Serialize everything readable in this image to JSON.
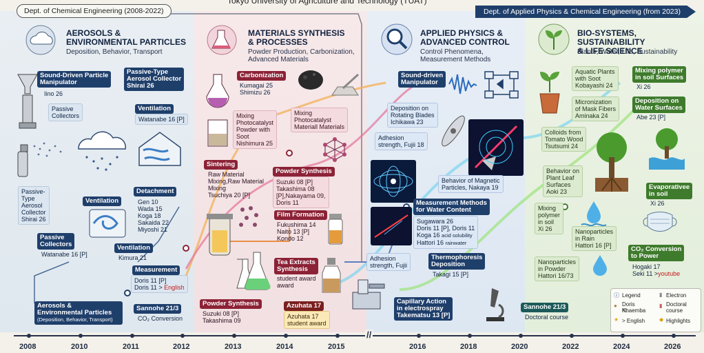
{
  "header": {
    "university": "Tokyo University of Agriculture and Technology (TUAT)",
    "left_dept": "Dept. of Chemical Engineering (2008-2022)",
    "right_dept": "Dept. of Applied Physics & Chemical Engineering (from 2023)"
  },
  "sections": [
    {
      "title1": "AEROSOLS &",
      "title2": "ENVIRONMENTAL PARTICLES",
      "subtitle": "Deposition, Behavior, Transport"
    },
    {
      "title1": "MATERIALS SYNTHESIS",
      "title2": "& PROCESSES",
      "subtitle1": "Powder Production, Carbonization,",
      "subtitle2": "Advanced Materials"
    },
    {
      "title1": "APPLIED PHYSICS &",
      "title2": "ADVANCED CONTROL",
      "subtitle1": "Control Phenomena,",
      "subtitle2": "Measurement Methods"
    },
    {
      "title1": "BIO-SYSTEMS, SUSTAINABILITY",
      "title2": "& LIFE SCIENCE",
      "subtitle": "Plants, Water, Life, Sustainability"
    }
  ],
  "aerosols": {
    "sound": {
      "h1": "Sound-Driven Particle",
      "h2": "Manipulator",
      "b": "Iino 26"
    },
    "passive_top": {
      "l1": "Passive",
      "l2": "Collectors"
    },
    "passive_type": {
      "h1": "Passive-Type",
      "h2": "Aerosol Collector",
      "h3": "Shirai 26"
    },
    "ventilation1": {
      "h": "Ventilation",
      "b": "Watanabe 16 [P]"
    },
    "passive_type2": {
      "l1": "Passive-",
      "l2": "Type",
      "l3": "Aerosol",
      "l4": "Collector",
      "l5": "Shirai 26"
    },
    "detachment": {
      "h": "Detachment",
      "b1": "Gen 10",
      "b2": "Wada 15",
      "b3": "Koga 18",
      "b4": "Sakaida 22",
      "b5": "Miyoshi 21"
    },
    "ventilation2": {
      "h": "Ventilation"
    },
    "passive_collectors": {
      "h1": "Passive",
      "h2": "Collectors",
      "b": "Watanabe 16 [P]"
    },
    "ventilation3": {
      "h": "Ventilation",
      "b": "Kimura 21"
    },
    "measurement": {
      "h": "Measurement",
      "b1": "Doris 11 [P]",
      "b2a": "Doris 11 >",
      "b2b": "English"
    },
    "aerosols_env": {
      "h1": "Aerosols &",
      "h2": "Environmental Particles",
      "h3": "(Deposition, Behavior, Transport)"
    },
    "sannohe": {
      "h": "Sannohe 21/3",
      "b": "CO₂ Conversion"
    }
  },
  "materials": {
    "carbonization": {
      "h": "Carbonization",
      "b1": "Kumagai 25",
      "b2": "Shimizu 26"
    },
    "mixing1": {
      "l1": "Mixing",
      "l2": "Photocatalyst",
      "l3": "Powder with",
      "l4": "Soot",
      "l5": "Nishimura 25"
    },
    "mixing2": {
      "l1": "Mixing",
      "l2": "Photocatalyst",
      "l3": "Materiall Materials"
    },
    "sintering": {
      "h": "Sintering",
      "b1": "Raw Material",
      "b2": "Mixing,Raw Material",
      "b3": "Mixing",
      "b4": "Tsuchiya 20 [P]"
    },
    "powder_synth1": {
      "h": "Powder Synthesis",
      "b1": "Suzuki 08 [P]",
      "b2": "Takashima 08",
      "b3": "[P],Nakayama 09,",
      "b4": "Doris 11"
    },
    "film": {
      "h": "Film Formation",
      "b1": "Fukushima 14",
      "b2": "Naito 13 [P]",
      "b3": "Kondo 12"
    },
    "tea": {
      "h1": "Tea Extracts",
      "h2": "Synthesis",
      "b1": "student award",
      "b2": "award"
    },
    "powder_synth2": {
      "h": "Powder Synthesis",
      "b1": "Suzuki 08 [P]",
      "b2": "Takashima 09"
    },
    "azuhata": {
      "h": "Azuhata 17",
      "b1": "Azuhata 17",
      "b2": "student award"
    }
  },
  "applied": {
    "sound": {
      "h1": "Sound-driven",
      "h2": "Manipulator"
    },
    "deposition": {
      "l1": "Deposition on",
      "l2": "Rotating Blades",
      "l3": "Ichikawa 23"
    },
    "adhesion1": {
      "l1": "Adhesion",
      "l2": "strength, Fujii 18"
    },
    "magnetic": {
      "l1": "Behavior of Magnetic",
      "l2": "Particles, Nakaya 19"
    },
    "water": {
      "h1": "Measurement Methods",
      "h2": "for Water Content",
      "b1": "Sugawara 26",
      "b2": "Doris 11 [P], Doris 11",
      "b3": "Koga 16",
      "b3s": "acid solubility",
      "b4": "Hattori 16",
      "b4s": "rainwater"
    },
    "adhesion2": {
      "l1": "Adhesion",
      "l2": "strength, Fujii"
    },
    "thermo": {
      "h1": "Thermophoresis",
      "h2": "Deposition",
      "b": "Takagi 15 [P]"
    },
    "capillary": {
      "l1": "Capillary Action",
      "l2": "in electrospray",
      "l3": "Takematsu 13 [P]"
    },
    "sannohe": {
      "h": "Sannohe 21/3",
      "b": "Doctoral course"
    }
  },
  "bio": {
    "aquatic": {
      "l1": "Aquatic Plants",
      "l2": "with Soot",
      "l3": "Kobayashi 24"
    },
    "mixing_poly1": {
      "h1": "Mixing polymer",
      "h2": "in soil Surfaces",
      "b": "Xi 26"
    },
    "microniz": {
      "l1": "Micronization",
      "l2": "of Mask Fibers",
      "l3": "Aminaka 24"
    },
    "depo_water": {
      "h1": "Deposition on",
      "h2": "Water Surfaces",
      "b": "Abe 23 [P]"
    },
    "colloids": {
      "l1": "Colloids from",
      "l2": "Tomato Wood",
      "l3": "Tsutsumi 24"
    },
    "leaf": {
      "l1": "Behavior on",
      "l2": "Plant Leaf",
      "l3": "Surfaces",
      "l4": "Aoki 23"
    },
    "mixing_poly2": {
      "l1": "Mixing",
      "l2": "polymer",
      "l3": "in soil",
      "l4": "Xi 26"
    },
    "evap": {
      "h1": "Evaporativee",
      "h2": "in soil",
      "b": "Xi 26"
    },
    "nano_rain": {
      "l1": "Nanoparticles",
      "l2": "in Rain",
      "l3": "Hattori 16 [P]"
    },
    "co2": {
      "h1": "CO₂ Conversion",
      "h2": "to Power",
      "b1": "Hogaki 17",
      "b2a": "Seki 11 >",
      "b2b": "youtube"
    },
    "nano_powder": {
      "l1": "Nanoparticles",
      "l2": "in Powder",
      "l3": "Hattori 16/73"
    }
  },
  "legend": {
    "legend": "Legend",
    "electron": "Electron",
    "doris": "Doris N.",
    "khaemba": "Khaemba",
    "doctoral1": "Doctoral",
    "doctoral2": "course",
    "english": "> English",
    "highlights": "Highlights"
  },
  "timeline": [
    "2008",
    "2010",
    "2011",
    "2012",
    "2013",
    "2014",
    "2015",
    "2016",
    "2018",
    "2020",
    "2022",
    "2024",
    "2026"
  ],
  "timeline_break": "//",
  "colors": {
    "navy": "#1f3f6b",
    "maroon": "#8c2236",
    "green": "#3e7b2c",
    "english": "#c21a1a"
  }
}
